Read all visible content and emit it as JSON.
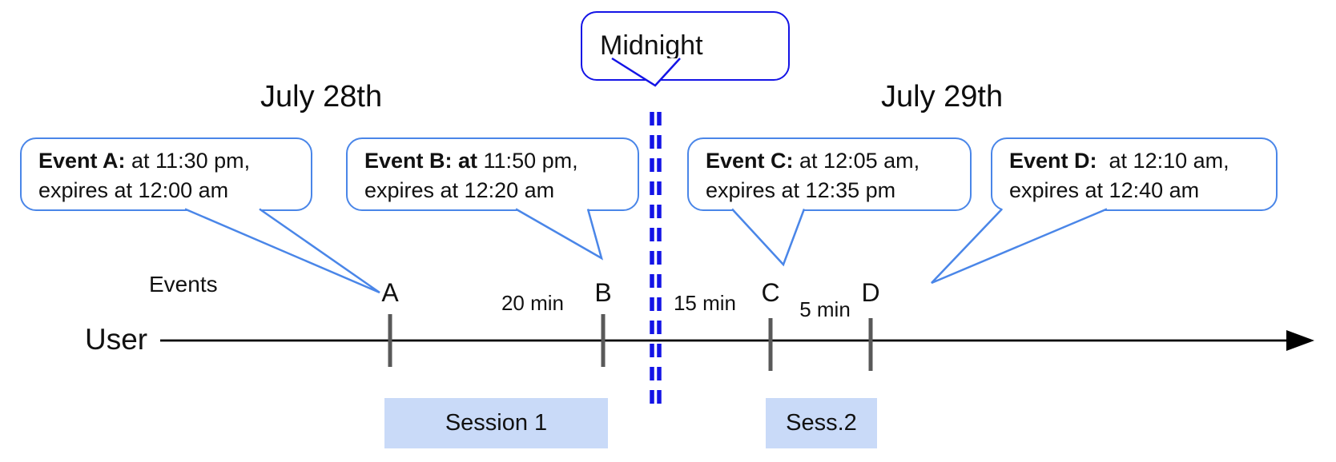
{
  "diagram": {
    "dates": {
      "left": "July 28th",
      "right": "July 29th"
    },
    "midnight_label": "Midnight",
    "axis": {
      "events_label": "Events",
      "user_label": "User"
    },
    "events": [
      {
        "tick": "A",
        "bold": "Event A:",
        "time": " at 11:30 pm,",
        "expires": "expires at 12:00 am"
      },
      {
        "tick": "B",
        "bold": "Event B: at",
        "time": " 11:50 pm,",
        "expires": "expires at 12:20 am"
      },
      {
        "tick": "C",
        "bold": "Event C:",
        "time": " at 12:05 am,",
        "expires": "expires at 12:35 pm"
      },
      {
        "tick": "D",
        "bold": "Event D: ",
        "time": " at 12:10 am,",
        "expires": "expires at 12:40 am"
      }
    ],
    "gaps": [
      "20 min",
      "15 min",
      "5 min"
    ],
    "sessions": [
      {
        "label": "Session 1"
      },
      {
        "label": "Sess.2"
      }
    ],
    "colors": {
      "callout_border": "#4a86e8",
      "midnight_blue": "#1414e6",
      "session_fill": "#c9daf8",
      "tick_gray": "#595959",
      "axis_black": "#000000"
    }
  }
}
